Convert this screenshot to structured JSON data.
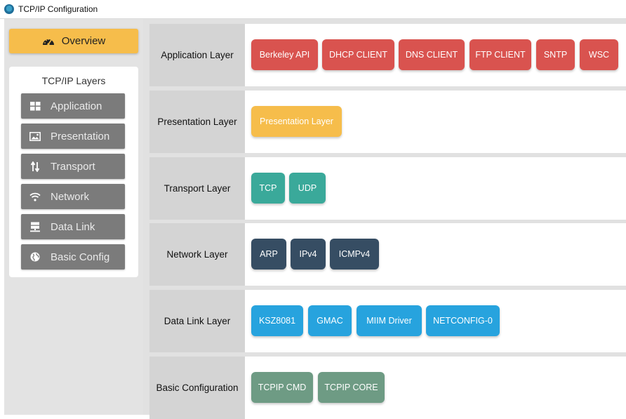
{
  "window": {
    "title": "TCP/IP Configuration",
    "icon": "network-globe-icon"
  },
  "sidebar": {
    "overview": {
      "label": "Overview",
      "icon": "dashboard-gauge-icon",
      "color": "#f6bd4b"
    },
    "panel_title": "TCP/IP Layers",
    "items": [
      {
        "label": "Application",
        "icon": "grid-icon"
      },
      {
        "label": "Presentation",
        "icon": "image-icon"
      },
      {
        "label": "Transport",
        "icon": "updown-arrows-icon"
      },
      {
        "label": "Network",
        "icon": "wifi-icon"
      },
      {
        "label": "Data Link",
        "icon": "server-icon"
      },
      {
        "label": "Basic Config",
        "icon": "globe-icon"
      }
    ],
    "item_color": "#7b7b7b"
  },
  "layers": [
    {
      "label": "Application Layer",
      "color": "#d9534f",
      "modules": [
        "Berkeley API",
        "DHCP CLIENT",
        "DNS CLIENT",
        "FTP CLIENT",
        "SNTP",
        "WSC"
      ]
    },
    {
      "label": "Presentation Layer",
      "color": "#f6bd4b",
      "modules": [
        "Presentation Layer"
      ]
    },
    {
      "label": "Transport Layer",
      "color": "#3aa99a",
      "modules": [
        "TCP",
        "UDP"
      ]
    },
    {
      "label": "Network Layer",
      "color": "#364d63",
      "modules": [
        "ARP",
        "IPv4",
        "ICMPv4"
      ]
    },
    {
      "label": "Data Link Layer",
      "color": "#27a3de",
      "modules": [
        "KSZ8081",
        "GMAC",
        "MIIM Driver",
        "NETCONFIG-0"
      ]
    },
    {
      "label": "Basic Configuration",
      "color": "#6e9b84",
      "modules": [
        "TCPIP CMD",
        "TCPIP CORE"
      ]
    }
  ]
}
